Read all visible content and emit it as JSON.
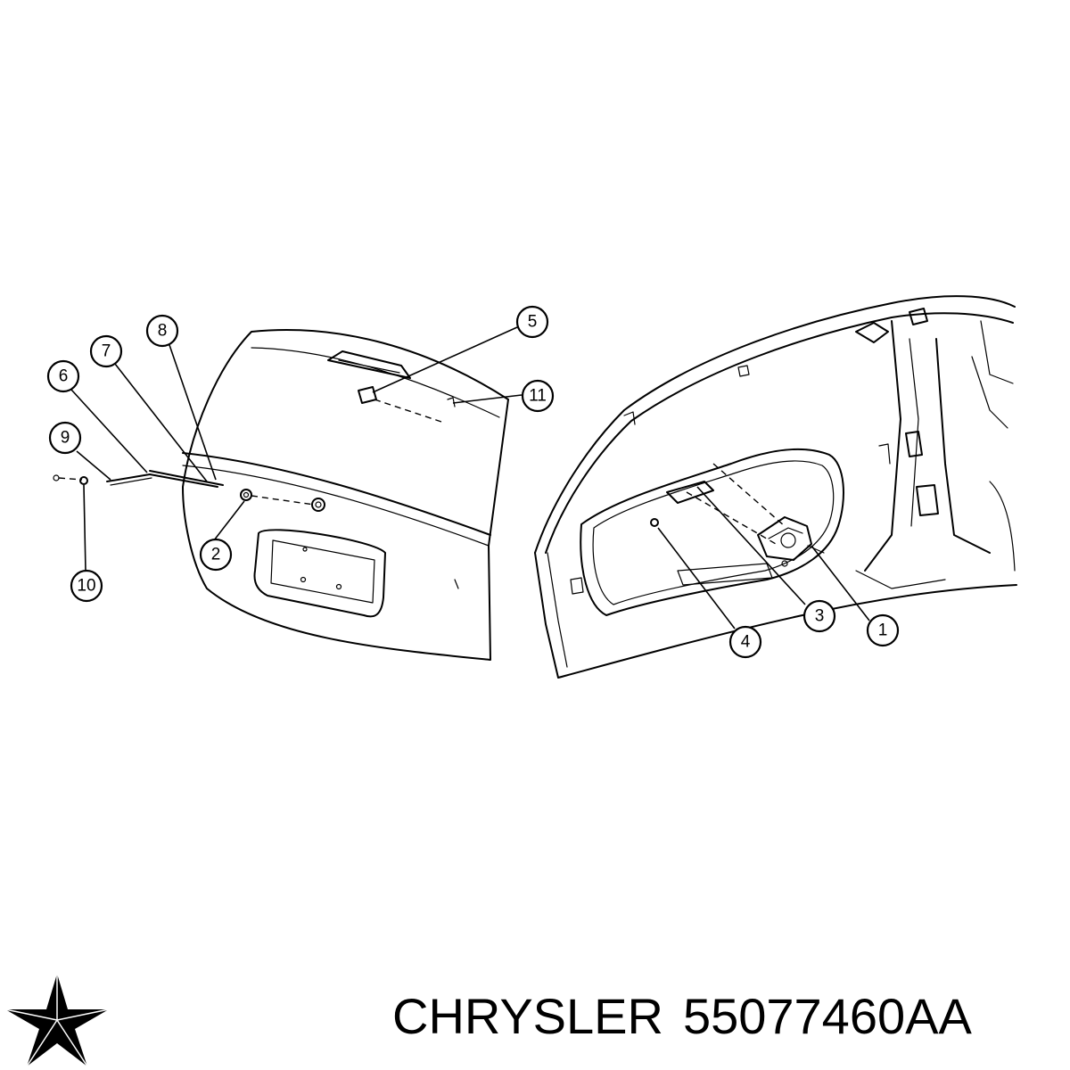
{
  "callouts": [
    {
      "id": "1",
      "label": "1"
    },
    {
      "id": "2",
      "label": "2"
    },
    {
      "id": "3",
      "label": "3"
    },
    {
      "id": "4",
      "label": "4"
    },
    {
      "id": "5",
      "label": "5"
    },
    {
      "id": "6",
      "label": "6"
    },
    {
      "id": "7",
      "label": "7"
    },
    {
      "id": "8",
      "label": "8"
    },
    {
      "id": "9",
      "label": "9"
    },
    {
      "id": "10",
      "label": "10"
    },
    {
      "id": "11",
      "label": "11"
    }
  ],
  "caption": {
    "brand": "CHRYSLER",
    "part_number": "55077460AA"
  },
  "logo": {
    "icon": "chrysler-pentastar-icon",
    "color": "#000000"
  }
}
